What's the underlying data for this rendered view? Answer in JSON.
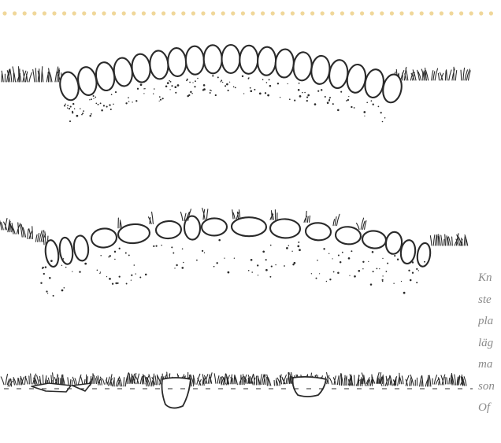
{
  "page": {
    "background": "#ffffff",
    "dot_color": "#f0d79a",
    "ink_color": "#2a2a2a",
    "caption_color": "#8a8a8a"
  },
  "illustration": {
    "panels": [
      {
        "id": "arched-cobbled-road",
        "depicts": "stone-arch-road"
      },
      {
        "id": "flattened-cobbled-road",
        "depicts": "grass-grown-stone-road"
      },
      {
        "id": "sunken-stones",
        "depicts": "buried-stones-in-ground"
      }
    ]
  },
  "caption": {
    "lines": [
      "Kn",
      "ste",
      "pla",
      "läg",
      "ma",
      "son",
      "Of"
    ]
  }
}
